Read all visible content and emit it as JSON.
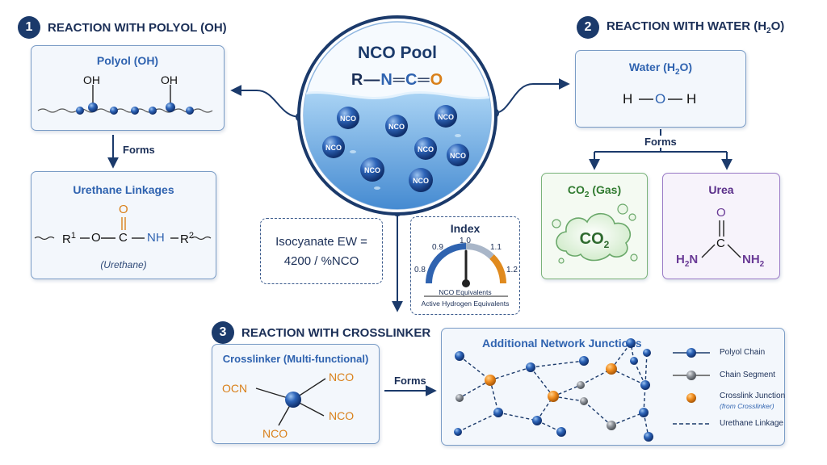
{
  "pool": {
    "title": "NCO Pool",
    "formula": {
      "r": "R",
      "n": "N",
      "c": "C",
      "o": "O",
      "d1": "—",
      "d2": "═",
      "d3": "═"
    },
    "particle_label": "NCO"
  },
  "section1": {
    "number": "1",
    "title": "REACTION WITH POLYOL (OH)",
    "polyol_title": "Polyol (OH)",
    "oh_label": "OH",
    "forms_label": "Forms",
    "urethane_title": "Urethane Linkages",
    "urethane_caption": "(Urethane)",
    "formula": {
      "r1": "R",
      "sup1": "1",
      "o": "O",
      "c": "C",
      "o_top": "O",
      "nh": "NH",
      "r2": "R",
      "sup2": "2"
    }
  },
  "section2": {
    "number": "2",
    "title_pre": "REACTION WITH WATER (H",
    "title_sub": "2",
    "title_post": "O)",
    "water_title_pre": "Water (H",
    "water_title_sub": "2",
    "water_title_post": "O)",
    "formula": {
      "h1": "H",
      "o": "O",
      "h2": "H"
    },
    "forms_label": "Forms",
    "co2_title_pre": "CO",
    "co2_title_sub": "2",
    "co2_title_post": " (Gas)",
    "co2_cloud_main": "CO",
    "co2_cloud_sub": "2",
    "urea_title": "Urea",
    "urea": {
      "o": "O",
      "c": "C",
      "h2n_h": "H",
      "h2n_sub": "2",
      "h2n_n": "N",
      "nh2_n": "NH",
      "nh2_sub": "2"
    }
  },
  "ew": {
    "line1": "Isocyanate EW =",
    "line2": "4200 / %NCO"
  },
  "index": {
    "title": "Index",
    "ticks": [
      "0.8",
      "0.9",
      "1.0",
      "1.1",
      "1.2"
    ],
    "numerator": "NCO Equivalents",
    "denominator": "Active Hydrogen Equivalents",
    "value": 1.0
  },
  "section3": {
    "number": "3",
    "title": "REACTION WITH CROSSLINKER",
    "crosslinker_title": "Crosslinker (Multi-functional)",
    "nco_label": "NCO",
    "ocn_label": "OCN",
    "forms_label": "Forms",
    "network_title": "Additional Network Junctions",
    "legend": {
      "polyol_chain": "Polyol Chain",
      "chain_segment": "Chain Segment",
      "crosslink_junction": "Crosslink Junction",
      "crosslink_sub": "(from Crosslinker)",
      "urethane_linkage": "Urethane Linkage"
    }
  },
  "colors": {
    "navy": "#1b3a6b",
    "accent_blue": "#2f63b0",
    "orange": "#d9801a",
    "green": "#2f7a2f",
    "purple": "#6a3a96",
    "gray_node": "#8a8f96"
  }
}
